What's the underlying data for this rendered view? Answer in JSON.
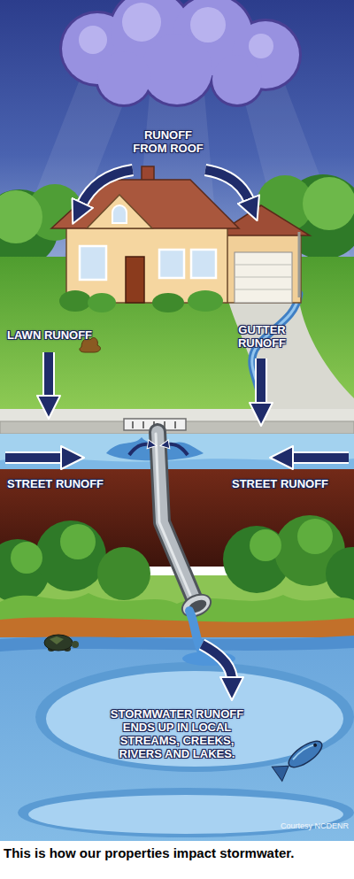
{
  "diagram": {
    "caption": "This is how our properties impact stormwater.",
    "labels": [
      "RUNOFF FROM ROOF",
      "LAWN RUNOFF",
      "GUTTER RUNOFF",
      "STREET RUNOFF",
      "STREET RUNOFF",
      "STORMWATER RUNOFF ENDS UP IN LOCAL STREAMS, CREEKS, RIVERS AND LAKES.",
      "Courtesy NCDENR"
    ]
  }
}
